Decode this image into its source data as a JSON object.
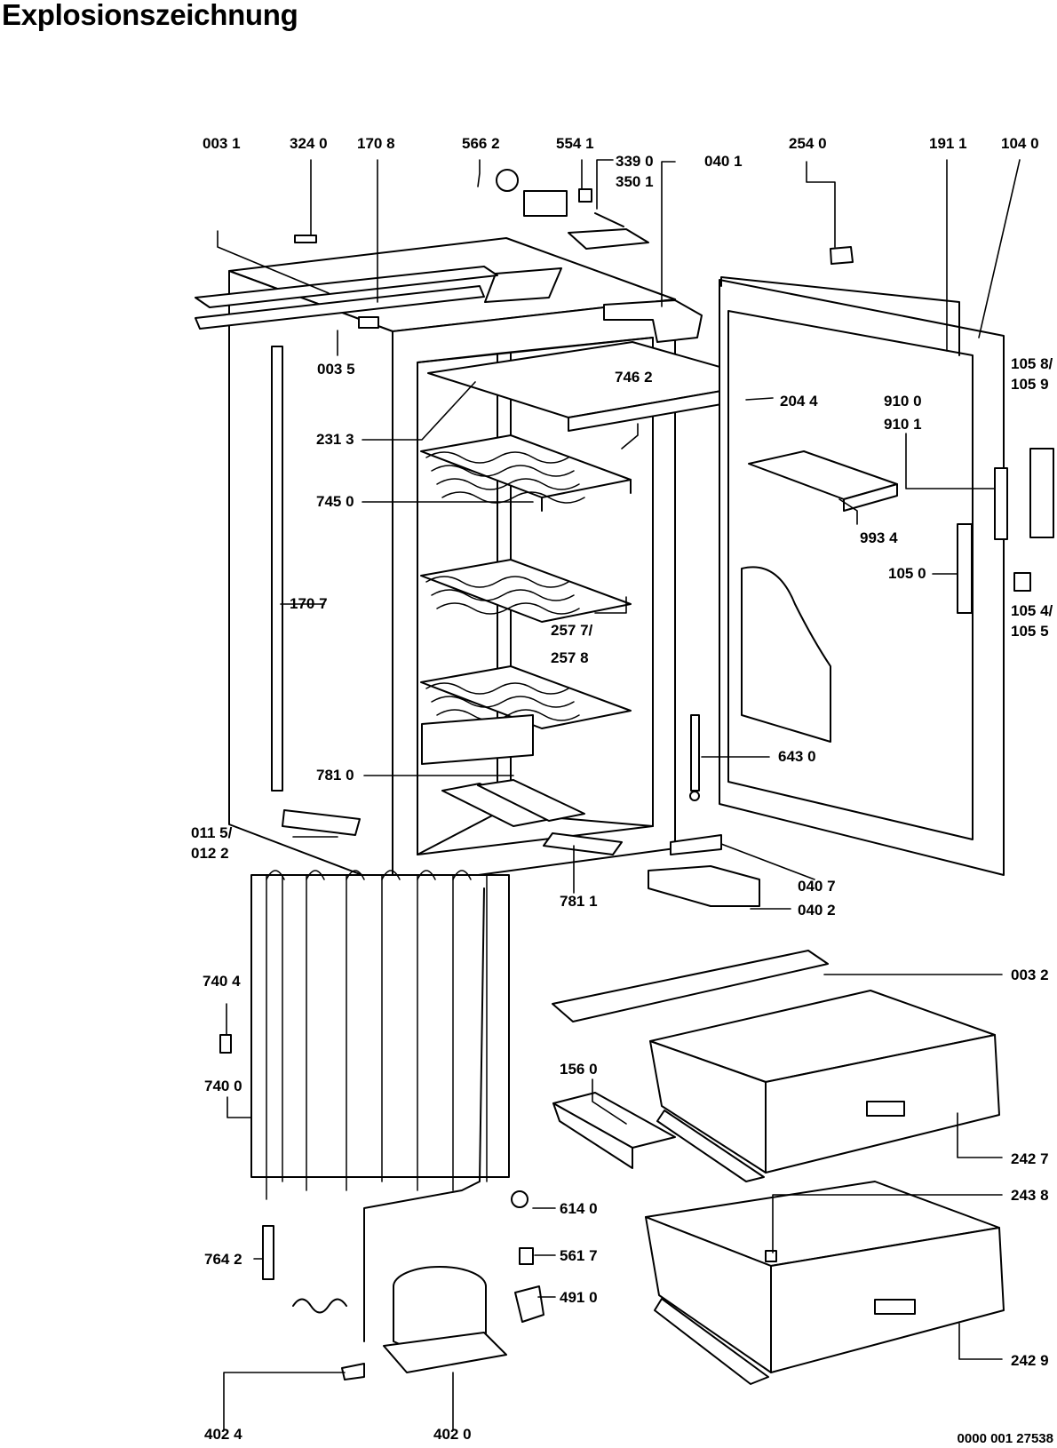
{
  "page": {
    "title": "Explosionszeichnung",
    "document_number": "0000 001 27538"
  },
  "parts": [
    {
      "id": "p0031",
      "label": "003 1"
    },
    {
      "id": "p3240",
      "label": "324 0"
    },
    {
      "id": "p1708",
      "label": "170 8"
    },
    {
      "id": "p5662",
      "label": "566 2"
    },
    {
      "id": "p5541",
      "label": "554 1"
    },
    {
      "id": "p3390",
      "label": "339 0"
    },
    {
      "id": "p3501",
      "label": "350 1"
    },
    {
      "id": "p0401",
      "label": "040 1"
    },
    {
      "id": "p2540",
      "label": "254 0"
    },
    {
      "id": "p1911",
      "label": "191 1"
    },
    {
      "id": "p1040",
      "label": "104 0"
    },
    {
      "id": "p1058",
      "label": "105 8/"
    },
    {
      "id": "p1059",
      "label": "105 9"
    },
    {
      "id": "p0035",
      "label": "003 5"
    },
    {
      "id": "p7462",
      "label": "746 2"
    },
    {
      "id": "p2044",
      "label": "204 4"
    },
    {
      "id": "p9100",
      "label": "910 0"
    },
    {
      "id": "p9101",
      "label": "910 1"
    },
    {
      "id": "p2313",
      "label": "231 3"
    },
    {
      "id": "p7450",
      "label": "745 0"
    },
    {
      "id": "p9934",
      "label": "993 4"
    },
    {
      "id": "p1050",
      "label": "105 0"
    },
    {
      "id": "p1707",
      "label": "170 7"
    },
    {
      "id": "p1054",
      "label": "105 4/"
    },
    {
      "id": "p1055",
      "label": "105 5"
    },
    {
      "id": "p2577",
      "label": "257 7/"
    },
    {
      "id": "p2578",
      "label": "257 8"
    },
    {
      "id": "p7810",
      "label": "781 0"
    },
    {
      "id": "p6430",
      "label": "643 0"
    },
    {
      "id": "p0115",
      "label": "011 5/"
    },
    {
      "id": "p0122",
      "label": "012 2"
    },
    {
      "id": "p0407",
      "label": "040 7"
    },
    {
      "id": "p7811",
      "label": "781 1"
    },
    {
      "id": "p0402",
      "label": "040 2"
    },
    {
      "id": "p0032",
      "label": "003 2"
    },
    {
      "id": "p7404",
      "label": "740 4"
    },
    {
      "id": "p1560",
      "label": "156 0"
    },
    {
      "id": "p7400",
      "label": "740 0"
    },
    {
      "id": "p2427",
      "label": "242 7"
    },
    {
      "id": "p2438",
      "label": "243 8"
    },
    {
      "id": "p6140",
      "label": "614 0"
    },
    {
      "id": "p7642",
      "label": "764 2"
    },
    {
      "id": "p5617",
      "label": "561 7"
    },
    {
      "id": "p4910",
      "label": "491 0"
    },
    {
      "id": "p2429",
      "label": "242 9"
    },
    {
      "id": "p4024",
      "label": "402 4"
    },
    {
      "id": "p4020",
      "label": "402 0"
    }
  ]
}
